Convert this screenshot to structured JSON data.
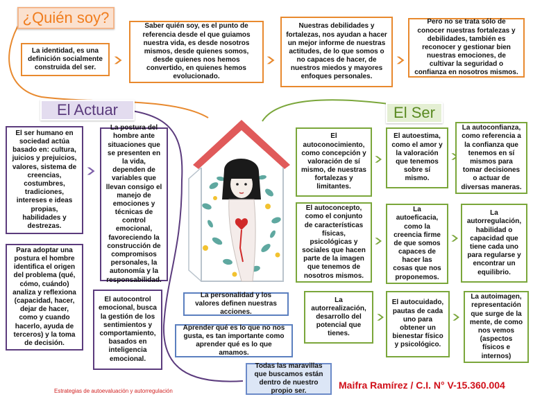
{
  "titles": {
    "quien_soy": "¿Quién soy?",
    "el_actuar": "El Actuar",
    "el_ser": "El Ser"
  },
  "top": {
    "b1": "La identidad, es una definición socialmente construida del ser.",
    "b2": "Saber quién soy, es el punto de referencia desde el que guiamos nuestra vida, es desde nosotros mismos, desde quienes somos, desde quienes nos hemos convertido, en quienes hemos evolucionado.",
    "b3": "Nuestras debilidades y fortalezas, nos ayudan a hacer un mejor informe de nuestras actitudes, de lo que somos o no capaces de hacer, de nuestros miedos y mayores enfoques personales.",
    "b4": "Pero no se trata sólo de conocer nuestras fortalezas y debilidades, también es reconocer y gestionar bien nuestras emociones, de cultivar la seguridad o confianza en nosotros mismos."
  },
  "actuar": {
    "a1": "El ser humano en sociedad actúa basado en: cultura, juicios y prejuicios, valores, sistema de creencias, costumbres, tradiciones, intereses e ideas propias, habilidades y destrezas.",
    "a2": "La postura del hombre ante situaciones que se presenten en la vida, dependen de variables que llevan consigo el manejo de emociones y técnicas de control emocional, favoreciendo la construcción de compromisos personales, la autonomía y la responsabilidad.",
    "a3": "Para adoptar una postura el hombre identifica el origen del problema (qué, cómo, cuándo) analiza y reflexiona (capacidad, hacer, dejar de hacer, como y cuando hacerlo, ayuda de terceros) y la toma de decisión.",
    "a4": "El autocontrol emocional, busca la gestión de los sentimientos y comportamiento, basados en inteligencia emocional."
  },
  "center": {
    "c1": "La personalidad y los valores definen nuestras acciones.",
    "c2": "Aprender qué es lo que no nos gusta, es tan importante como aprender qué es lo que amamos.",
    "c3": "Todas las maravillas que buscamos están dentro de nuestro propio ser."
  },
  "ser": {
    "s1": "El autoconocimiento, como concepción y valoración de sí mismo, de nuestras fortalezas y limitantes.",
    "s2": "El autoestima, como el amor y la valoración que tenemos sobre sí mismo.",
    "s3": "La autoconfianza, como referencia a la confianza que tenemos en sí mismos para tomar decisiones o actuar de diversas maneras.",
    "s4": "El autoconcepto, como el conjunto de características físicas, psicológicas y sociales que hacen parte de la imagen que tenemos de nosotros mismos.",
    "s5": "La autoeficacia, como la creencia firme de que somos capaces de hacer las cosas que nos proponemos.",
    "s6": "La autorregulación, habilidad o capacidad que tiene cada uno para regularse y encontrar un equilibrio.",
    "s7": "La autorrealización, desarrollo del potencial que tienes.",
    "s8": "El autocuidado, pautas de cada uno para obtener un bienestar físico y psicológico.",
    "s9": "La autoimagen, representación que surge de la mente, de como nos vemos (aspectos físicos e internos)"
  },
  "footer": {
    "left": "Estrategias de autoevaluación y autorregulación",
    "right": "Maifra Ramírez  / C.I. N° V-15.360.004"
  },
  "colors": {
    "orange": "#e8892e",
    "purple": "#5b3b7d",
    "green": "#7aa63a",
    "blue": "#5b7fbf",
    "red": "#d0101a"
  },
  "illustration": {
    "icon": "girl-in-house-illustration-icon"
  }
}
